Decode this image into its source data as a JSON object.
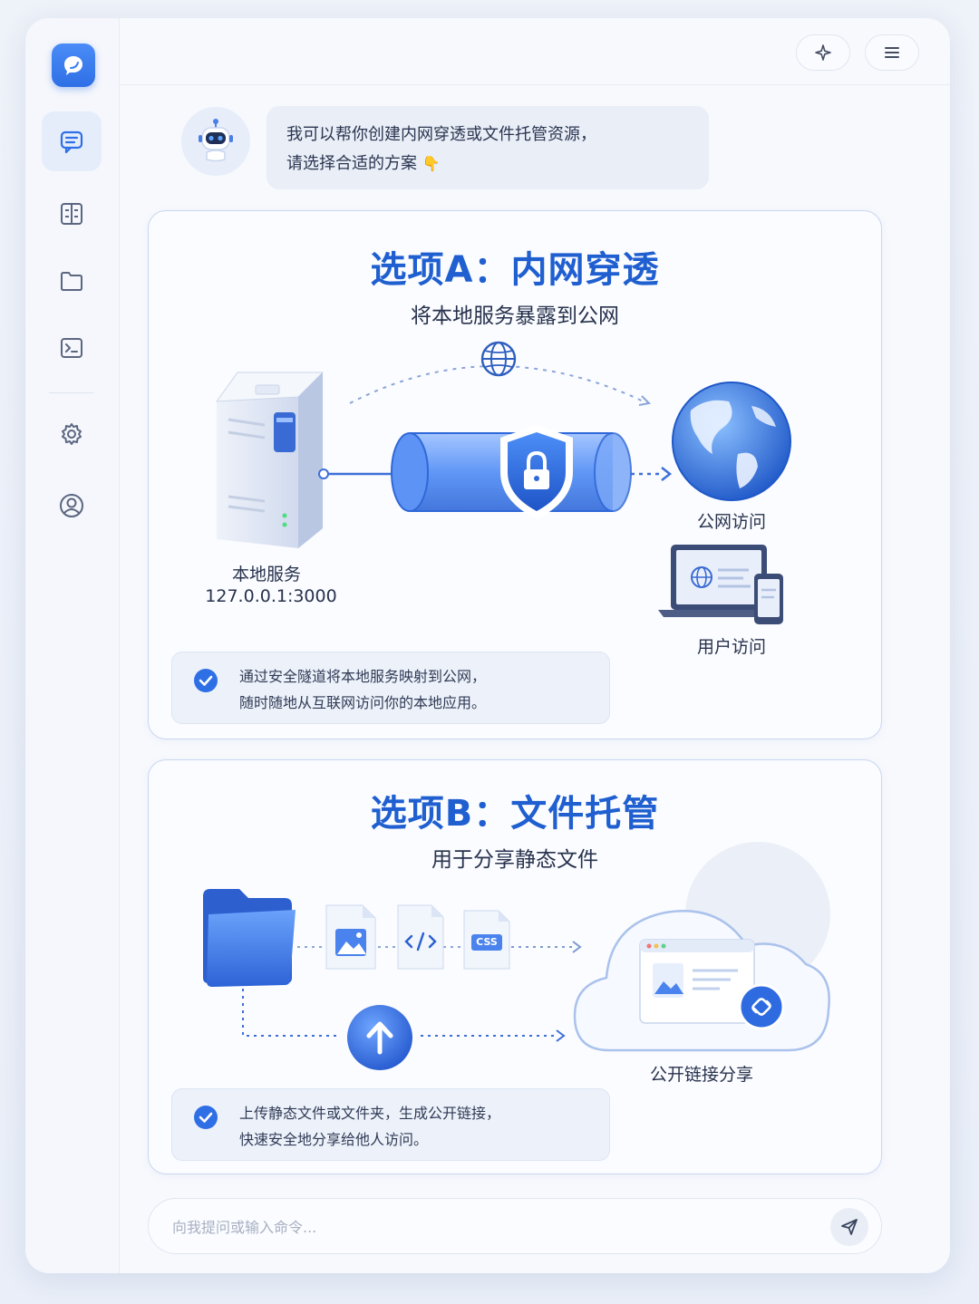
{
  "sidebar": {
    "items": [
      {
        "name": "chat",
        "icon": "chat-icon",
        "active": true
      },
      {
        "name": "dashboard",
        "icon": "dashboard-icon",
        "active": false
      },
      {
        "name": "files",
        "icon": "folder-icon",
        "active": false
      },
      {
        "name": "terminal",
        "icon": "terminal-icon",
        "active": false
      },
      {
        "name": "settings",
        "icon": "gear-icon",
        "active": false
      },
      {
        "name": "account",
        "icon": "user-icon",
        "active": false
      }
    ]
  },
  "topbar": {
    "sparkle_icon": "sparkle-icon",
    "menu_icon": "menu-icon"
  },
  "assistant": {
    "line1": "我可以帮你创建内网穿透或文件托管资源，",
    "line2": "请选择合适的方案",
    "emoji": "👇"
  },
  "option_a": {
    "title": "选项A：内网穿透",
    "subtitle": "将本地服务暴露到公网",
    "local_label": "本地服务",
    "local_address": "127.0.0.1:3000",
    "public_label": "公网访问",
    "user_label": "用户访问",
    "note_line1": "通过安全隧道将本地服务映射到公网，",
    "note_line2": "随时随地从互联网访问你的本地应用。"
  },
  "option_b": {
    "title": "选项B：文件托管",
    "subtitle": "用于分享静态文件",
    "css_tag": "CSS",
    "share_label": "公开链接分享",
    "note_line1": "上传静态文件或文件夹，生成公开链接，",
    "note_line2": "快速安全地分享给他人访问。"
  },
  "input": {
    "placeholder": "向我提问或输入命令..."
  },
  "colors": {
    "accent": "#2f6fe6",
    "title_blue": "#1f5fd0",
    "background": "#f7f9fd"
  }
}
